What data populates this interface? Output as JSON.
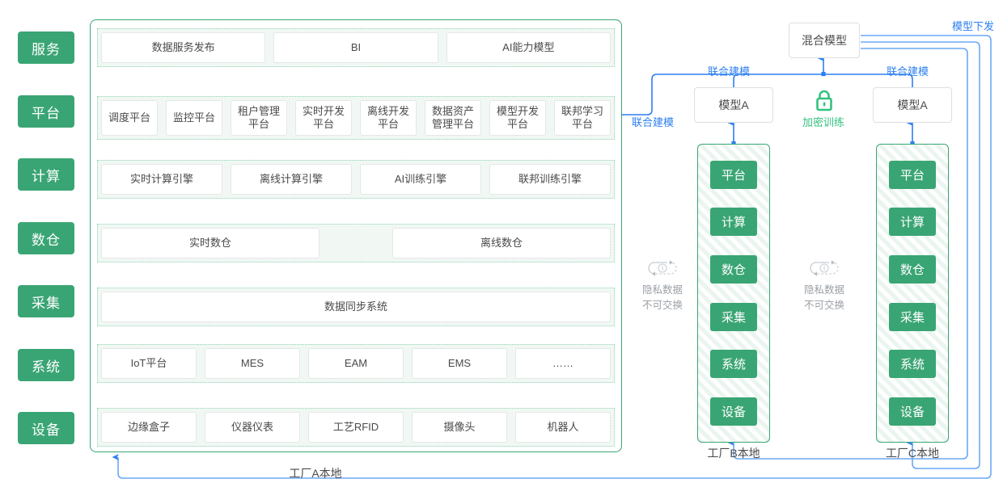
{
  "sidebar": {
    "items": [
      {
        "label": "服务",
        "name": "service"
      },
      {
        "label": "平台",
        "name": "platform"
      },
      {
        "label": "计算",
        "name": "compute"
      },
      {
        "label": "数仓",
        "name": "warehouse"
      },
      {
        "label": "采集",
        "name": "collect"
      },
      {
        "label": "系统",
        "name": "system"
      },
      {
        "label": "设备",
        "name": "device"
      }
    ]
  },
  "factory_a": {
    "caption": "工厂A本地",
    "layers": {
      "service": [
        "数据服务发布",
        "BI",
        "AI能力模型"
      ],
      "platform": [
        "调度平台",
        "监控平台",
        "租户管理\n平台",
        "实时开发\n平台",
        "离线开发\n平台",
        "数据资产\n管理平台",
        "模型开发\n平台",
        "联邦学习\n平台"
      ],
      "compute": [
        "实时计算引擎",
        "离线计算引擎",
        "AI训练引擎",
        "联邦训练引擎"
      ],
      "warehouse": [
        "实时数仓",
        "离线数仓"
      ],
      "collect": [
        "数据同步系统"
      ],
      "system": [
        "IoT平台",
        "MES",
        "EAM",
        "EMS",
        "……"
      ],
      "device": [
        "边缘盒子",
        "仪器仪表",
        "工艺RFID",
        "摄像头",
        "机器人"
      ]
    }
  },
  "factory_b": {
    "caption": "工厂B本地",
    "model_label": "模型A",
    "blocks": [
      "平台",
      "计算",
      "数仓",
      "采集",
      "系统",
      "设备"
    ]
  },
  "factory_c": {
    "caption": "工厂C本地",
    "model_label": "模型A",
    "blocks": [
      "平台",
      "计算",
      "数仓",
      "采集",
      "系统",
      "设备"
    ]
  },
  "hybrid_model": {
    "label": "混合模型"
  },
  "encrypted_training": {
    "label": "加密训练",
    "icon": "lock-icon"
  },
  "privacy_notes": [
    {
      "line1": "隐私数据",
      "line2": "不可交换",
      "icon": "no-exchange-icon"
    },
    {
      "line1": "隐私数据",
      "line2": "不可交换",
      "icon": "no-exchange-icon"
    }
  ],
  "flow_labels": {
    "joint_modeling_left": "联合建模",
    "joint_modeling_mid_l": "联合建模",
    "joint_modeling_mid_r": "联合建模",
    "model_distribution": "模型下发"
  },
  "colors": {
    "brand_green": "#3aa574",
    "accent_green": "#33c27f",
    "flow_blue": "#2d7ff0",
    "band_fill": "#f1f8f4",
    "band_border": "#8fd3b4",
    "cell_border": "#e4e7e9",
    "text": "#4a4a4a",
    "muted": "#9aa0a6"
  }
}
